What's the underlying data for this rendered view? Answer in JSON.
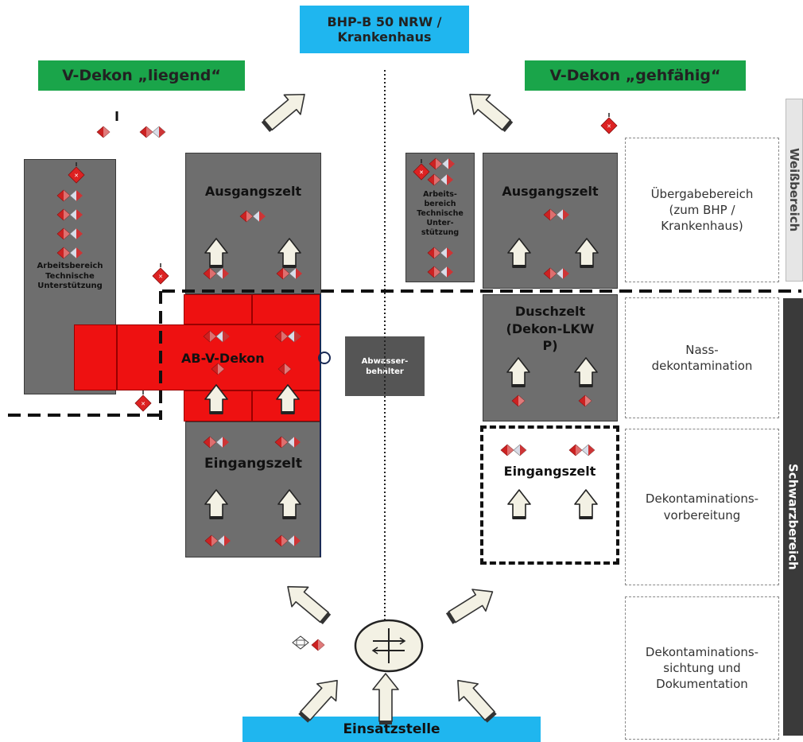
{
  "top_banner": {
    "line1": "BHP-B 50 NRW /",
    "line2": "Krankenhaus",
    "color": "#1fb6ef"
  },
  "bottom_banner": {
    "label": "Einsatzstelle",
    "color": "#1fb6ef"
  },
  "left_header": {
    "label": "V-Dekon „liegend“",
    "color": "#1aa54a"
  },
  "right_header": {
    "label": "V-Dekon „gehfähig“",
    "color": "#1aa54a"
  },
  "left_side": {
    "work_area": "Arbeitsbereich\nTechnische\nUnterstützung",
    "exit_tent": "Ausgangszelt",
    "red_area": "AB-V-Dekon",
    "entry_tent": "Eingangszelt"
  },
  "waste": "Abwasser-\nbehälter",
  "right_side": {
    "work_area": "Arbeits-\nbereich\nTechnische\nUnter-\nstützung",
    "exit_tent": "Ausgangszelt",
    "shower_tent": "Duschzelt\n(Dekon-LKW\nP)",
    "entry_tent": "Eingangszelt"
  },
  "zones": [
    "Übergabebereich\n(zum BHP /\nKrankenhaus)",
    "Nass-\ndekontamination",
    "Dekontaminations-\nvorbereitung",
    "Dekontaminations-\nsichtung und\nDokumentation"
  ],
  "white_area": {
    "label": "Weißbereich",
    "color": "#e6e6e6"
  },
  "black_area": {
    "label": "Schwarzbereich",
    "color": "#3a3a3a"
  },
  "colors": {
    "tent": "#6e6e6e",
    "red": "#ee1111",
    "personnel_red": "#cc2222",
    "personnel_light": "#d8dce8",
    "arrow_fill": "#f3f1e4"
  }
}
